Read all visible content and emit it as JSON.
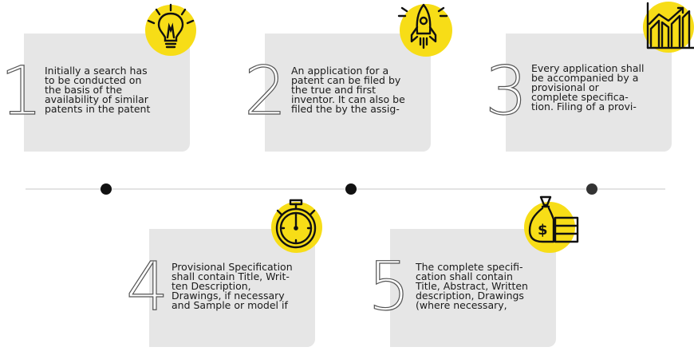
{
  "colors": {
    "accent": "#f7dd17",
    "card": "#e6e6e6",
    "timeline": "#e3e3e3",
    "dot_dark": "#111111",
    "dot_grey": "#333333"
  },
  "steps": [
    {
      "number": "1",
      "icon": "lightbulb-icon",
      "text": "Initially a search has\nto be conducted on\nthe basis of the\navailability of similar\npatents in the patent"
    },
    {
      "number": "2",
      "icon": "rocket-icon",
      "text": "An application for a\npatent can be filed by\nthe true and first\ninventor. It can also be\nfiled the by the assig-"
    },
    {
      "number": "3",
      "icon": "growth-chart-icon",
      "text": "Every application shall\nbe accompanied by a\nprovisional or\ncomplete specifica-\ntion. Filing of a provi-"
    },
    {
      "number": "4",
      "icon": "stopwatch-icon",
      "text": "Provisional Specification\nshall contain Title, Writ-\nten Description,\nDrawings, if necessary\nand Sample or model if"
    },
    {
      "number": "5",
      "icon": "money-bag-icon",
      "text": "The complete specifi-\ncation shall contain\nTitle, Abstract, Written\ndescription, Drawings\n(where necessary,"
    }
  ]
}
